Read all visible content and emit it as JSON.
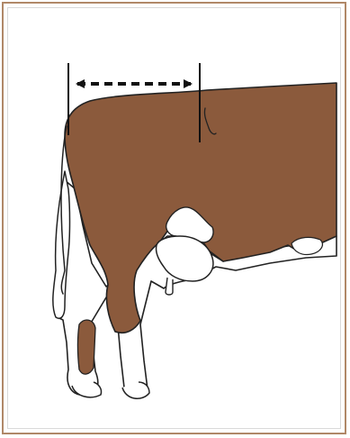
{
  "figure": {
    "subject": "cow-rump-length-measurement",
    "colors": {
      "coat": "#8B5A3C",
      "white": "#ffffff",
      "outline": "#222222",
      "frame": "#b08868"
    },
    "measurement_arrow": {
      "style": "dashed",
      "heads": "both"
    }
  }
}
